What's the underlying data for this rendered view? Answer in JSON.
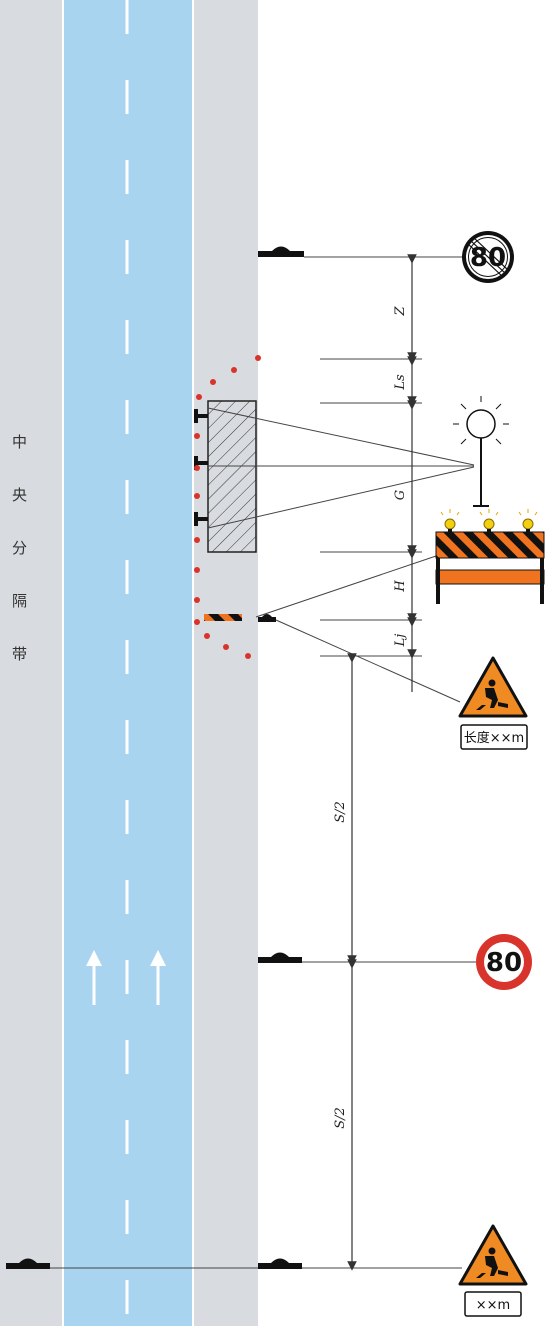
{
  "median_label": [
    "中",
    "央",
    "分",
    "隔",
    "带"
  ],
  "dimensions": {
    "z": "Z",
    "ls": "Ls",
    "g": "G",
    "h": "H",
    "lj": "Lj",
    "s_half_top": "S/2",
    "s_half_bottom": "S/2"
  },
  "signs": {
    "end_speed_limit": "80",
    "speed_limit": "80",
    "work_ahead_length": "长度××m",
    "work_ahead_distance": "××m"
  },
  "colors": {
    "lane": "#a8d4f0",
    "shoulder": "#d8dbdf",
    "cone": "#d9342b",
    "sign_red": "#d9342b",
    "warning_orange": "#f08a23",
    "barrier_orange": "#f07320"
  },
  "icons": [
    "speed-limit-end-sign",
    "warning-light-icon",
    "barricade-icon",
    "roadwork-warning-sign",
    "speed-limit-sign",
    "traffic-cone-icon",
    "arrow-up-icon"
  ]
}
